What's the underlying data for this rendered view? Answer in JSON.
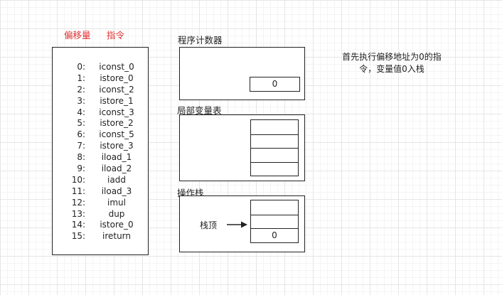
{
  "headers": {
    "offset": "偏移量",
    "instruction": "指令"
  },
  "bytecode": [
    {
      "offset": "0:",
      "op": "iconst_0"
    },
    {
      "offset": "1:",
      "op": "istore_0"
    },
    {
      "offset": "2:",
      "op": "iconst_2"
    },
    {
      "offset": "3:",
      "op": "istore_1"
    },
    {
      "offset": "4:",
      "op": "iconst_3"
    },
    {
      "offset": "5:",
      "op": "istore_2"
    },
    {
      "offset": "6:",
      "op": "iconst_5"
    },
    {
      "offset": "7:",
      "op": "istore_3"
    },
    {
      "offset": "8:",
      "op": "iload_1"
    },
    {
      "offset": "9:",
      "op": "iload_2"
    },
    {
      "offset": "10:",
      "op": "iadd"
    },
    {
      "offset": "11:",
      "op": "iload_3"
    },
    {
      "offset": "12:",
      "op": "imul"
    },
    {
      "offset": "13:",
      "op": "dup"
    },
    {
      "offset": "14:",
      "op": "istore_0"
    },
    {
      "offset": "15:",
      "op": "ireturn"
    }
  ],
  "program_counter": {
    "title": "程序计数器",
    "value": "0"
  },
  "local_variables": {
    "title": "局部变量表",
    "slots": [
      "",
      "",
      "",
      ""
    ]
  },
  "operand_stack": {
    "title": "操作栈",
    "top_label": "栈顶",
    "slots": [
      "",
      "",
      "0"
    ]
  },
  "note": "首先执行偏移地址为0的指令，变量值0入栈",
  "colors": {
    "header": "#e03131",
    "border": "#222222"
  }
}
